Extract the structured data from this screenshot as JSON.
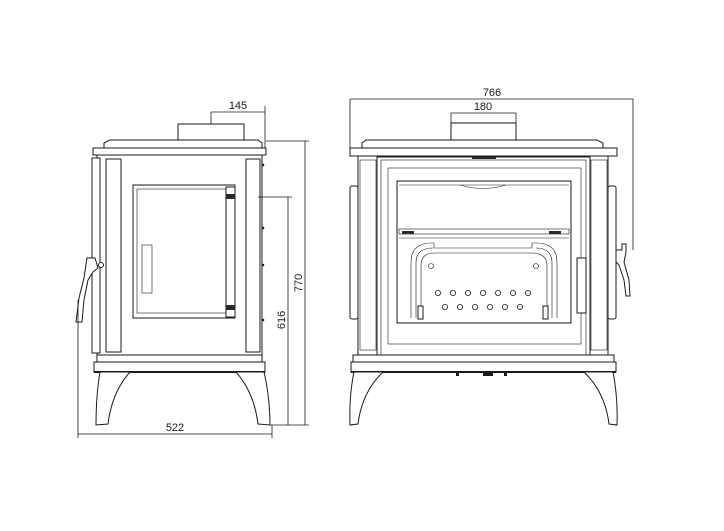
{
  "side_view": {
    "dimensions": {
      "flue_offset": "145",
      "depth": "522",
      "height": "770",
      "flue_rear_height": "616"
    }
  },
  "front_view": {
    "dimensions": {
      "width": "766",
      "flue_diameter": "180"
    }
  }
}
